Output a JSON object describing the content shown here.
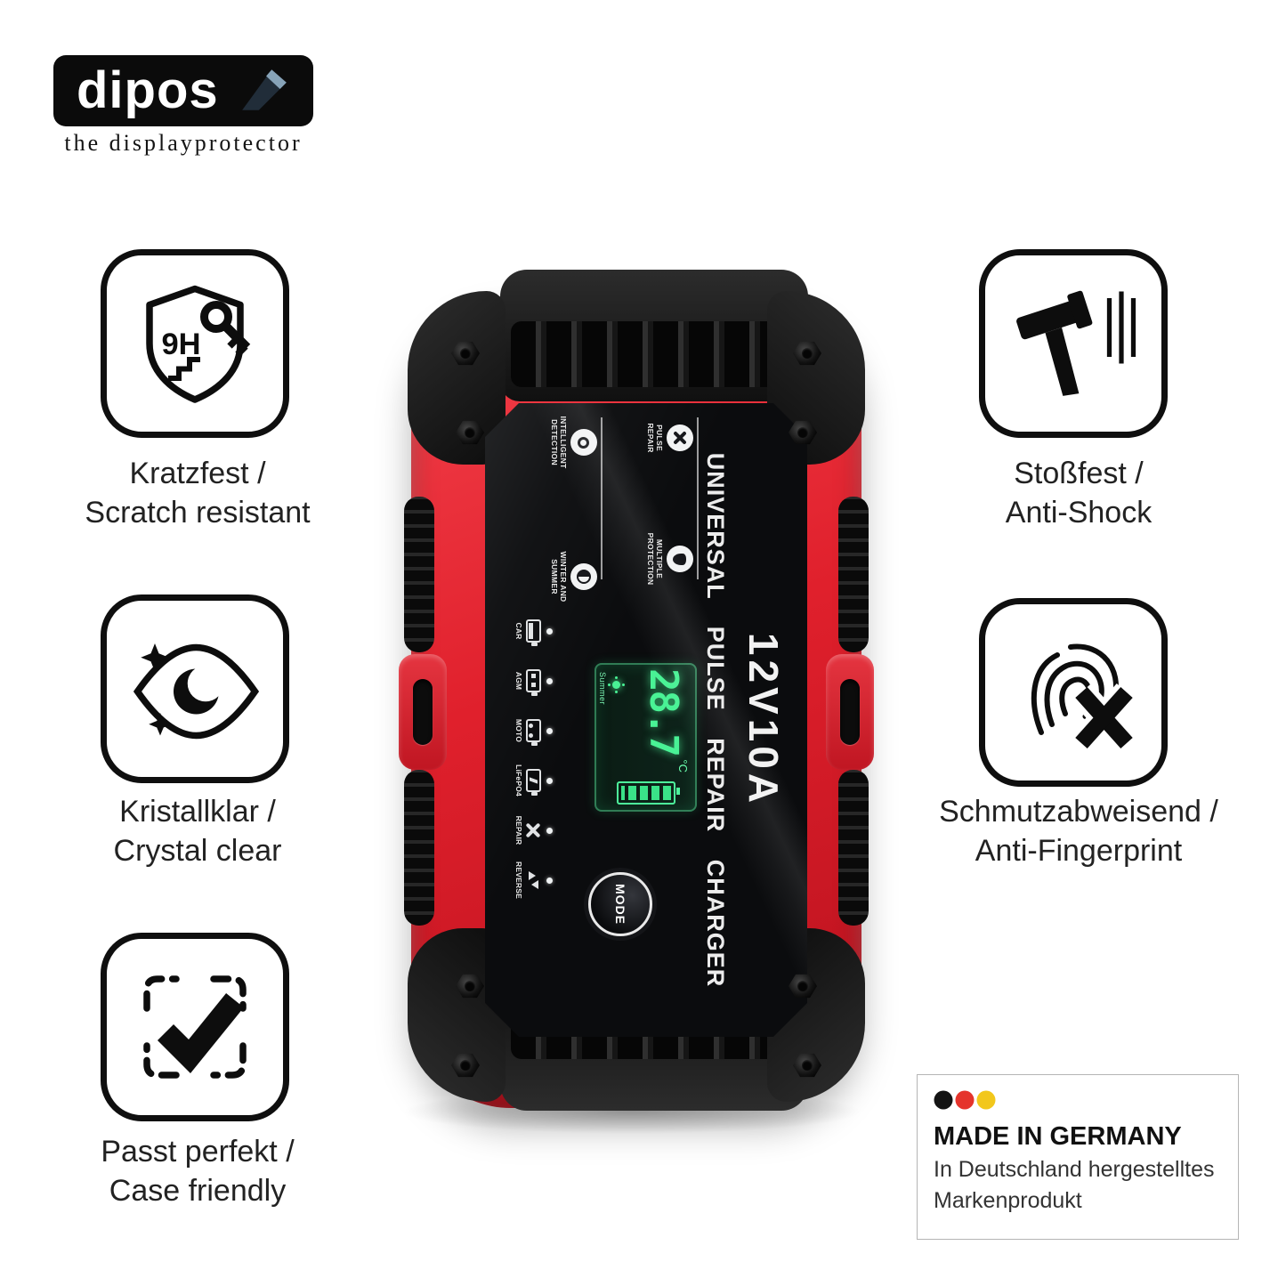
{
  "logo": {
    "brand": "dipos",
    "tagline": "the displayprotector"
  },
  "features": {
    "left": [
      {
        "icon": "shield-9h-key",
        "badge": "9H",
        "line1": "Kratzfest /",
        "line2": "Scratch resistant"
      },
      {
        "icon": "eye-crescent",
        "line1": "Kristallklar /",
        "line2": "Crystal clear"
      },
      {
        "icon": "frame-checkmark",
        "line1": "Passt perfekt /",
        "line2": "Case friendly"
      }
    ],
    "right": [
      {
        "icon": "hammer-shock",
        "line1": "Stoßfest /",
        "line2": "Anti-Shock"
      },
      {
        "icon": "fingerprint-x",
        "line1": "Schmutzabweisend /",
        "line2": "Anti-Fingerprint"
      }
    ]
  },
  "device": {
    "rating": "12V10A",
    "title": "UNIVERSAL PULSE REPAIR CHARGER",
    "indicators": [
      {
        "line1": "PULSE",
        "line2": "REPAIR"
      },
      {
        "line1": "MULTIPLE",
        "line2": "PROTECTION"
      },
      {
        "line1": "INTELLIGENT",
        "line2": "DETECTION"
      },
      {
        "line1": "WINTER AND",
        "line2": "SUMMER"
      }
    ],
    "modes": [
      "CAR",
      "AGM",
      "MOTO",
      "LiFePO4",
      "REPAIR",
      "REVERSE"
    ],
    "lcd": {
      "temp": "28.7",
      "unit": "°C",
      "season": "Summer"
    },
    "mode_button": "MODE"
  },
  "made_in_germany": {
    "title": "MADE IN GERMANY",
    "line1": "In Deutschland hergestelltes",
    "line2": "Markenprodukt",
    "flag_colors": [
      "#141414",
      "#e5342c",
      "#f2c71b"
    ]
  },
  "colors": {
    "accent_red": "#e0202c",
    "lcd_green": "#49f295",
    "panel_black": "#0b0c0e"
  }
}
